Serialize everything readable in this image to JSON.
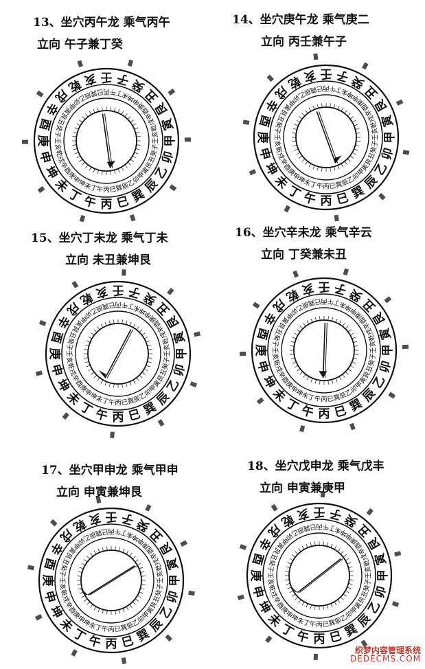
{
  "panels": [
    {
      "line1": "13、坐穴丙午龙  乘气丙午",
      "line2": "立向  午子兼丁癸"
    },
    {
      "line1": "14、坐穴庚午龙  乘气庚二",
      "line2": "立向  丙壬兼午子"
    },
    {
      "line1": "15、坐穴丁未龙  乘气丁未",
      "line2": "立向  未丑兼坤艮"
    },
    {
      "line1": "16、坐穴辛未龙  乘气辛云",
      "line2": "立向    丁癸兼未丑"
    },
    {
      "line1": "17、坐穴甲申龙  乘气甲申",
      "line2": "立向  申寅兼坤艮"
    },
    {
      "line1": "18、坐穴戊申龙  乘气戊丰",
      "line2": "立向  申寅兼庚甲"
    }
  ],
  "outer_ring": [
    "丙",
    "午",
    "丁",
    "未",
    "坤",
    "申",
    "庚",
    "酉",
    "辛",
    "戌",
    "乾",
    "亥",
    "壬",
    "子",
    "癸",
    "丑",
    "艮",
    "寅",
    "甲",
    "卯",
    "乙",
    "辰",
    "巽",
    "巳"
  ],
  "inner_ring": [
    "丙",
    "午",
    "丁",
    "未",
    "坤",
    "申",
    "庚",
    "酉",
    "辛",
    "戌",
    "乾",
    "亥",
    "壬",
    "子",
    "癸",
    "丑",
    "艮",
    "寅",
    "甲",
    "卯",
    "乙",
    "辰",
    "巽",
    "巳",
    "丙",
    "午",
    "丁",
    "未",
    "坤",
    "申",
    "庚",
    "酉",
    "辛",
    "戌",
    "乾",
    "亥",
    "壬",
    "子",
    "癸",
    "丑",
    "艮",
    "寅",
    "甲",
    "卯",
    "乙",
    "辰",
    "巽",
    "巳"
  ],
  "needles": [
    {
      "angle_deg": 172
    },
    {
      "angle_deg": 160
    },
    {
      "angle_deg": 208
    },
    {
      "angle_deg": 182
    },
    {
      "angle_deg": 238
    },
    {
      "angle_deg": 232
    }
  ],
  "watermark": {
    "line1": "织梦内容管理系统",
    "line2": "DEDECMS.COM"
  },
  "colors": {
    "ink": "#111111",
    "watermark": "#c0392b"
  }
}
